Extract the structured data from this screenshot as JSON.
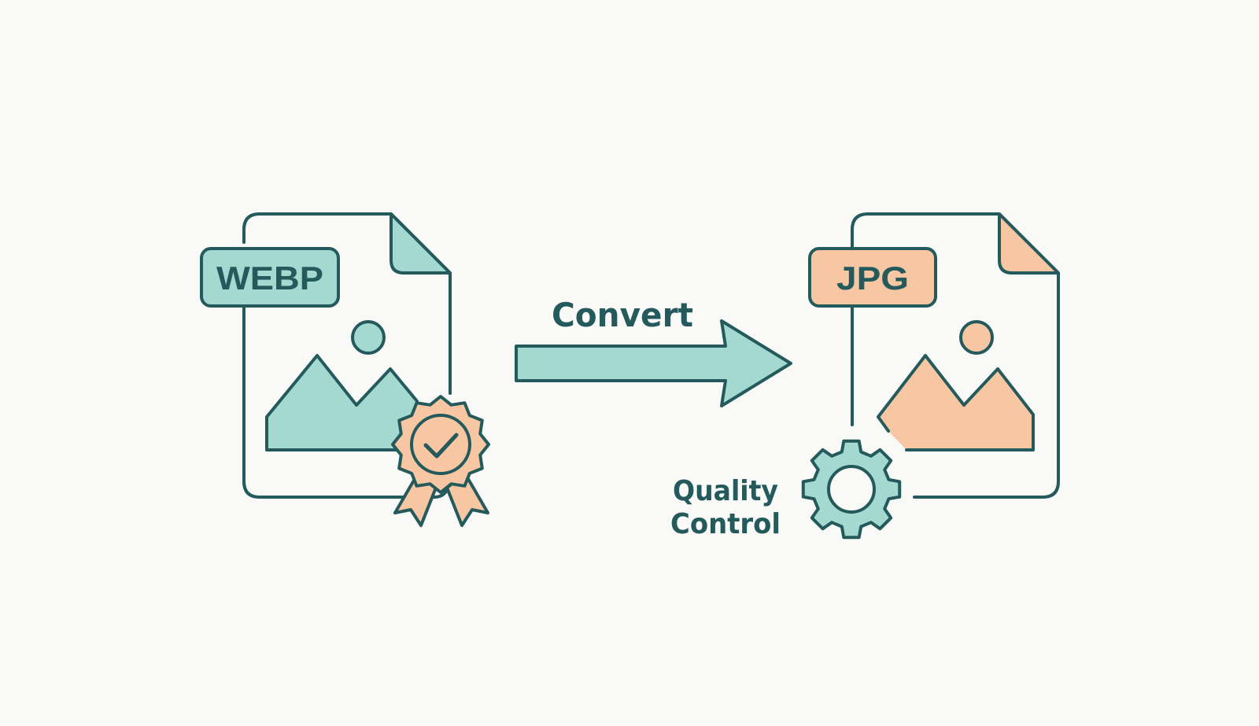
{
  "source_file": {
    "format_label": "WEBP",
    "icon": "image-file-icon",
    "badge_icon": "award-ribbon-check-icon"
  },
  "arrow": {
    "label": "Convert",
    "icon": "right-arrow-icon"
  },
  "target_file": {
    "format_label": "JPG",
    "icon": "image-file-icon"
  },
  "quality": {
    "label_line1": "Quality",
    "label_line2": "Control",
    "icon": "gear-icon"
  },
  "colors": {
    "stroke": "#245a5c",
    "teal": "#a3d9d1",
    "peach": "#f7c6a3",
    "background": "#f9f9f8"
  }
}
